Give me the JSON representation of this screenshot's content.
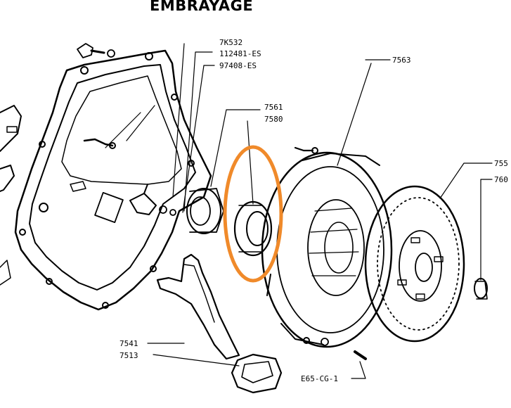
{
  "diagram": {
    "title": "EMBRAYAGE",
    "highlight_color": "#f08a2a",
    "ink_color": "#000000",
    "labels": {
      "l7K532": "7K532",
      "l112481": "112481-ES",
      "l97408": "97408-ES",
      "l7561": "7561",
      "l7580": "7580",
      "l7563": "7563",
      "l755": "755",
      "l760": "760",
      "l7541": "7541",
      "l7513": "7513",
      "lE65": "E65-CG-1"
    }
  }
}
